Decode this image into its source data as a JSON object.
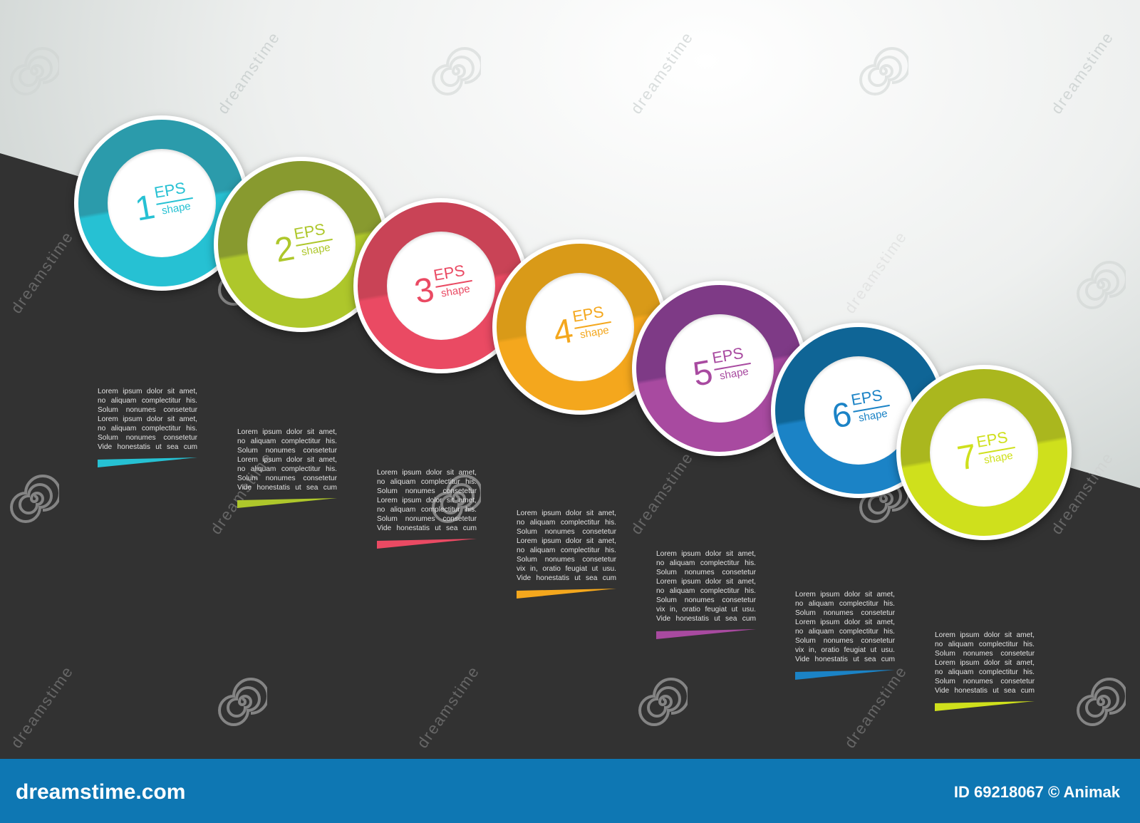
{
  "colors": {
    "background_light": "#eef0ef",
    "background_dark": "#323232",
    "footer": "#0e77b3",
    "steps": [
      "#26c1d3",
      "#aec72b",
      "#ea4a63",
      "#f4a71d",
      "#a84aa0",
      "#1b83c6",
      "#cfe01c"
    ],
    "steps_dark": [
      "#2b9bab",
      "#889a2f",
      "#c94356",
      "#d99a18",
      "#7e3a86",
      "#0f6596",
      "#aab71e"
    ]
  },
  "steps": [
    {
      "number": "1",
      "eps": "EPS",
      "shape": "shape",
      "text": [
        "Lorem ipsum dolor sit amet,",
        "no aliquam complectitur his.",
        "Solum nonumes consetetur",
        "Lorem ipsum dolor sit amet,",
        "no aliquam complectitur his.",
        "Solum nonumes consetetur",
        "Vide honestatis ut sea cum"
      ]
    },
    {
      "number": "2",
      "eps": "EPS",
      "shape": "shape",
      "text": [
        "Lorem ipsum dolor sit amet,",
        "no aliquam complectitur his.",
        "Solum nonumes consetetur",
        "Lorem ipsum dolor sit amet,",
        "no aliquam complectitur his.",
        "Solum nonumes consetetur",
        "Vide honestatis ut sea cum"
      ]
    },
    {
      "number": "3",
      "eps": "EPS",
      "shape": "shape",
      "text": [
        "Lorem ipsum dolor sit amet,",
        "no aliquam complectitur his.",
        "Solum nonumes consetetur",
        "Lorem ipsum dolor sit amet,",
        "no aliquam complectitur his.",
        "Solum nonumes consetetur",
        "Vide honestatis ut sea cum"
      ]
    },
    {
      "number": "4",
      "eps": "EPS",
      "shape": "shape",
      "text": [
        "Lorem ipsum dolor sit amet,",
        "no aliquam complectitur his.",
        "Solum nonumes consetetur",
        "Lorem ipsum dolor sit amet,",
        "no aliquam complectitur his.",
        "Solum nonumes consetetur",
        "vix in, oratio feugiat ut usu.",
        "Vide honestatis ut sea cum"
      ]
    },
    {
      "number": "5",
      "eps": "EPS",
      "shape": "shape",
      "text": [
        "Lorem ipsum dolor sit amet,",
        "no aliquam complectitur his.",
        "Solum nonumes consetetur",
        "Lorem ipsum dolor sit amet,",
        "no aliquam complectitur his.",
        "Solum nonumes consetetur",
        "vix in, oratio feugiat ut usu.",
        "Vide honestatis ut sea cum"
      ]
    },
    {
      "number": "6",
      "eps": "EPS",
      "shape": "shape",
      "text": [
        "Lorem ipsum dolor sit amet,",
        "no aliquam complectitur his.",
        "Solum nonumes consetetur",
        "Lorem ipsum dolor sit amet,",
        "no aliquam complectitur his.",
        "Solum nonumes consetetur",
        "vix in, oratio feugiat ut usu.",
        "Vide honestatis ut sea cum"
      ]
    },
    {
      "number": "7",
      "eps": "EPS",
      "shape": "shape",
      "text": [
        "Lorem ipsum dolor sit amet,",
        "no aliquam complectitur his.",
        "Solum nonumes consetetur",
        "Lorem ipsum dolor sit amet,",
        "no aliquam complectitur his.",
        "Solum nonumes consetetur",
        "Vide honestatis ut sea cum"
      ]
    }
  ],
  "footer": {
    "brand": "dreamstime.com",
    "credit": "ID 69218067 © Animak"
  },
  "watermark": {
    "text": "dreamstime",
    "icon": "spiral-logo-icon"
  }
}
